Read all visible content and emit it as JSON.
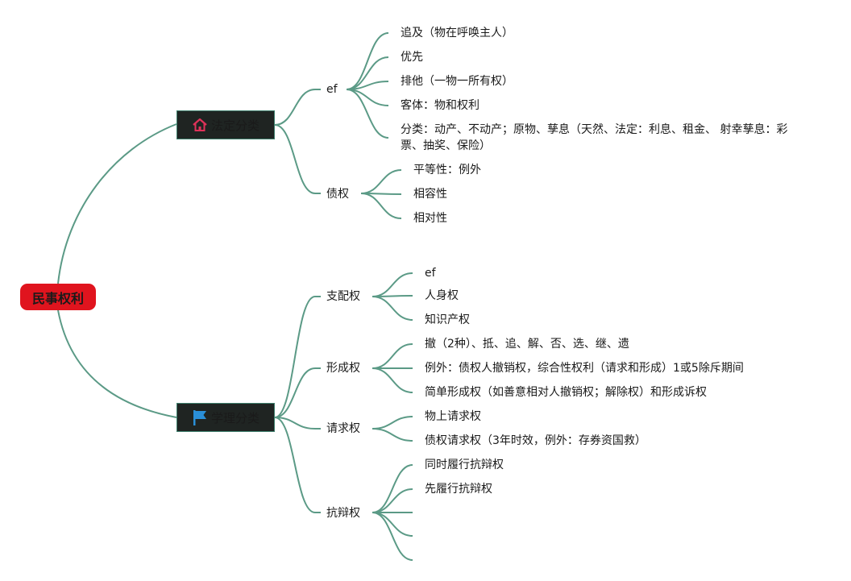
{
  "root": "民事权利",
  "categories": [
    {
      "label": "法定分类",
      "icon": "house-icon",
      "branches": [
        {
          "label": "ef",
          "leaves": [
            "追及（物在呼唤主人）",
            "优先",
            "排他（一物一所有权）",
            "客体：物和权利",
            "分类：动产、不动产；原物、孳息（天然、法定：利息、租金、 射幸孳息：彩票、抽奖、保险）"
          ]
        },
        {
          "label": "债权",
          "leaves": [
            "平等性：例外",
            "相容性",
            "相对性"
          ]
        }
      ]
    },
    {
      "label": "学理分类",
      "icon": "flag-icon",
      "branches": [
        {
          "label": "支配权",
          "leaves": [
            "ef",
            "人身权",
            "知识产权"
          ]
        },
        {
          "label": "形成权",
          "leaves": [
            "撤（2种）、抵、追、解、否、选、继、遗",
            "例外：债权人撤销权，综合性权利（请求和形成）1或5除斥期间",
            "简单形成权（如善意相对人撤销权；解除权）和形成诉权"
          ]
        },
        {
          "label": "请求权",
          "leaves": [
            "物上请求权",
            "债权请求权（3年时效，例外：存券资国救）"
          ]
        },
        {
          "label": "抗辩权",
          "leaves": [
            "同时履行抗辩权",
            "先履行抗辩权",
            "",
            "",
            ""
          ]
        }
      ]
    }
  ],
  "colors": {
    "link": "#5b9a86",
    "root_fill": "#e0141e",
    "category_fill": "#1f2422",
    "category_border": "#3e7f6d",
    "house_icon": "#e0325a",
    "flag_icon": "#2a8fd8"
  }
}
